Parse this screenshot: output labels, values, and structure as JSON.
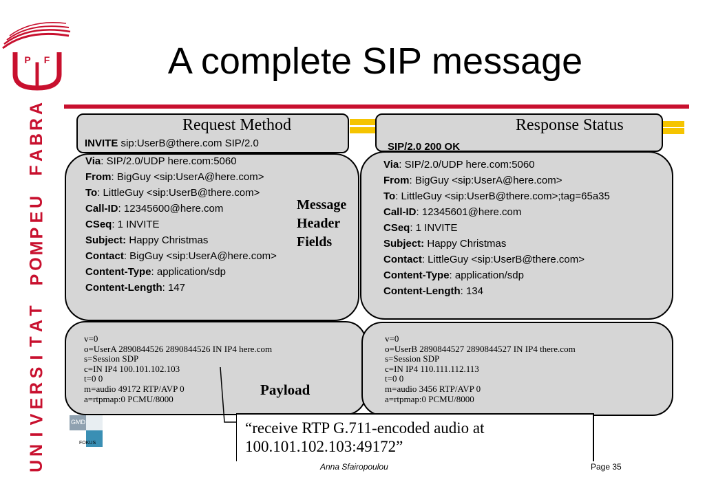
{
  "slide": {
    "title": "A complete SIP message",
    "university_vertical": [
      "U",
      "N",
      "I",
      "V",
      "E",
      "R",
      "S",
      "I",
      "T",
      "A",
      "T",
      "",
      "P",
      "O",
      "M",
      "P",
      "E",
      "U",
      "",
      "F",
      "A",
      "B",
      "R",
      "A"
    ],
    "logo_letters": [
      "P",
      "F"
    ],
    "footer_author": "Anna Sfairopoulou",
    "footer_page": "Page 35",
    "badge_top": "GMD",
    "badge_bottom": "FOKUS"
  },
  "request": {
    "section_label": "Request Method",
    "start_line": "INVITE sip:UserB@there.com SIP/2.0",
    "headers": [
      {
        "name": "Via",
        "value": ": SIP/2.0/UDP here.com:5060"
      },
      {
        "name": "From",
        "value": ": BigGuy <sip:UserA@here.com>"
      },
      {
        "name": "To",
        "value": ": LittleGuy <sip:UserB@there.com>"
      },
      {
        "name": "Call-ID",
        "value": ": 12345600@here.com"
      },
      {
        "name": "CSeq",
        "value": ": 1 INVITE"
      },
      {
        "name": "Subject:",
        "value": " Happy Christmas"
      },
      {
        "name": "Contact",
        "value": ": BigGuy <sip:UserA@here.com>"
      },
      {
        "name": "Content-Type",
        "value": ": application/sdp"
      },
      {
        "name": "Content-Length",
        "value": ": 147"
      }
    ],
    "side_label_lines": [
      "Message",
      "Header",
      "Fields"
    ],
    "sdp": [
      "v=0",
      "o=UserA 2890844526 2890844526 IN IP4 here.com",
      "s=Session SDP",
      "c=IN IP4 100.101.102.103",
      "t=0 0",
      "m=audio 49172 RTP/AVP 0",
      "a=rtpmap:0 PCMU/8000"
    ],
    "payload_label": "Payload"
  },
  "response": {
    "section_label": "Response Status",
    "start_line": "SIP/2.0 200 OK",
    "headers": [
      {
        "name": "Via",
        "value": ": SIP/2.0/UDP here.com:5060"
      },
      {
        "name": "From",
        "value": ": BigGuy <sip:UserA@here.com>"
      },
      {
        "name": "To",
        "value": ": LittleGuy <sip:UserB@there.com>;tag=65a35"
      },
      {
        "name": "Call-ID",
        "value": ": 12345601@here.com"
      },
      {
        "name": "CSeq",
        "value": ": 1 INVITE"
      },
      {
        "name": "Subject:",
        "value": " Happy Christmas"
      },
      {
        "name": "Contact",
        "value": ": LittleGuy <sip:UserB@there.com>"
      },
      {
        "name": "Content-Type",
        "value": ": application/sdp"
      },
      {
        "name": "Content-Length",
        "value": ": 134"
      }
    ],
    "sdp": [
      "v=0",
      "o=UserB 2890844527 2890844527 IN IP4 there.com",
      "s=Session SDP",
      "c=IN IP4 110.111.112.113",
      "t=0 0",
      "m=audio 3456 RTP/AVP 0",
      "a=rtpmap:0 PCMU/8000"
    ]
  },
  "annotation": {
    "lines": [
      "“receive RTP G.711-encoded audio at",
      "100.101.102.103:49172”"
    ]
  },
  "colors": {
    "brand_red": "#c8102e",
    "box_gray": "#d6d6d6",
    "accent_yellow": "#f5c400"
  }
}
